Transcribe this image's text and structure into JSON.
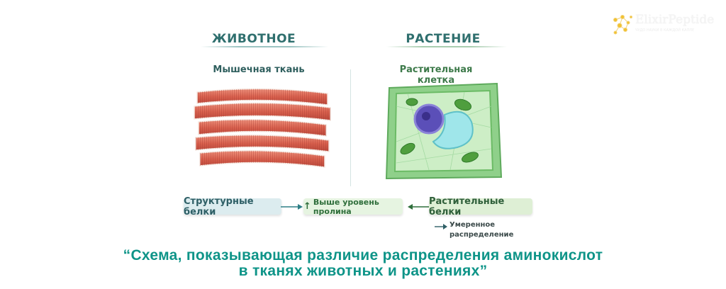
{
  "logo": {
    "name": "ElixirPeptide",
    "tagline": "ЧУДО НАУКИ В КАЖДОЙ КАПЛЕ"
  },
  "animal": {
    "heading": "ЖИВОТНОЕ",
    "subheading": "Мышечная ткань"
  },
  "plant": {
    "heading": "РАСТЕНИЕ",
    "subheading": "Растительная клетка"
  },
  "flow": {
    "left_box": "Структурные белки",
    "center_box": "Выше уровень пролина",
    "right_box": "Растительные белки",
    "note_line1": "Умеренное",
    "note_line2": "распределение"
  },
  "caption": {
    "line1": "“Схема, показывающая различие распределения аминокислот",
    "line2": "в тканях животных и растениях”"
  },
  "colors": {
    "caption": "#0e9488",
    "animal_heading": "#2f6f6e",
    "plant_text": "#3d7a4a",
    "muscle": "#d9614e"
  }
}
